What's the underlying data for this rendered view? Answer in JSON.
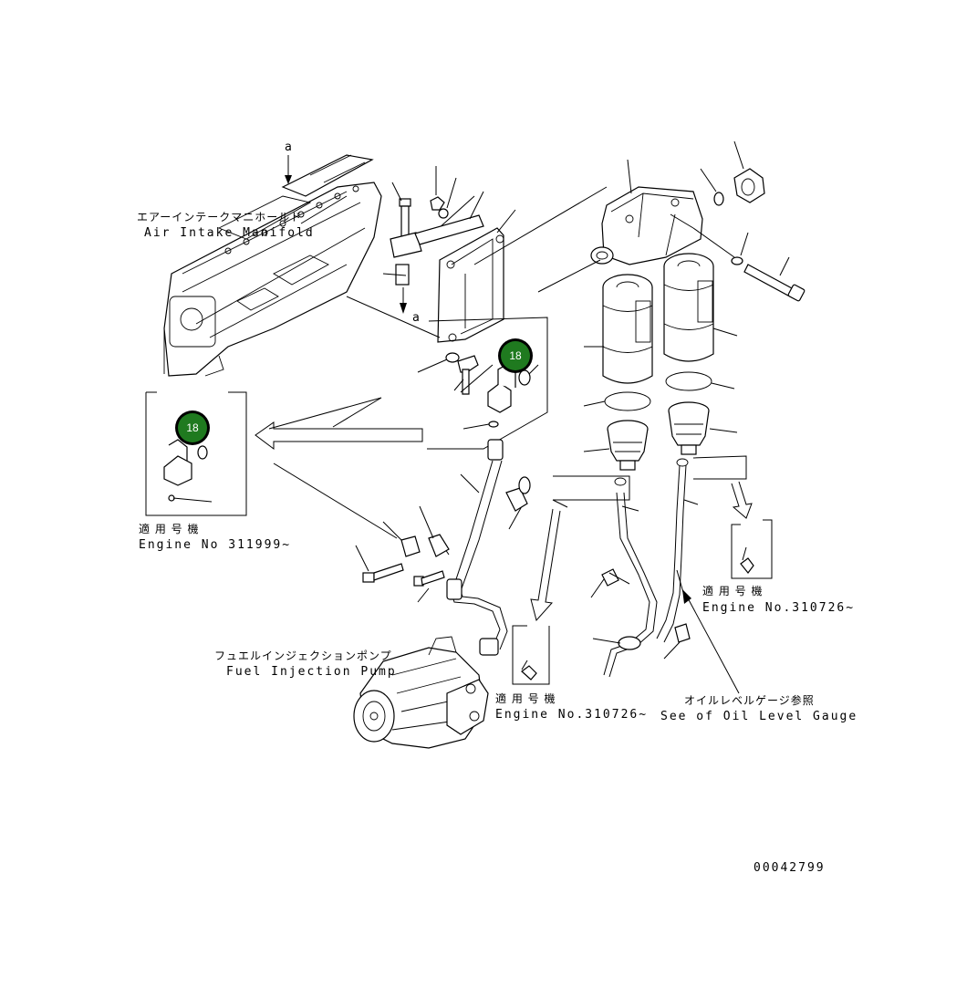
{
  "labels": {
    "manifold_jp": "エアーインテークマニホールド",
    "manifold_en": "Air Intake Manifold",
    "pump_jp": "フュエルインジェクションポンプ",
    "pump_en": "Fuel Injection Pump",
    "gauge_jp": "オイルレベルゲージ参照",
    "gauge_en": "See of Oil Level Gauge",
    "applicable_left_jp": "適 用 号 機",
    "applicable_left_en": "Engine No 311999~",
    "applicable_mid_jp": "適 用 号 機",
    "applicable_mid_en": "Engine No.310726~",
    "applicable_right_jp": "適 用 号 機",
    "applicable_right_en": "Engine No.310726~",
    "ref_a_top": "a",
    "ref_a_mid": "a",
    "doc_number": "00042799"
  },
  "badges": [
    {
      "label": "18",
      "color": "#1f7a1f"
    },
    {
      "label": "18",
      "color": "#1f7a1f"
    }
  ]
}
